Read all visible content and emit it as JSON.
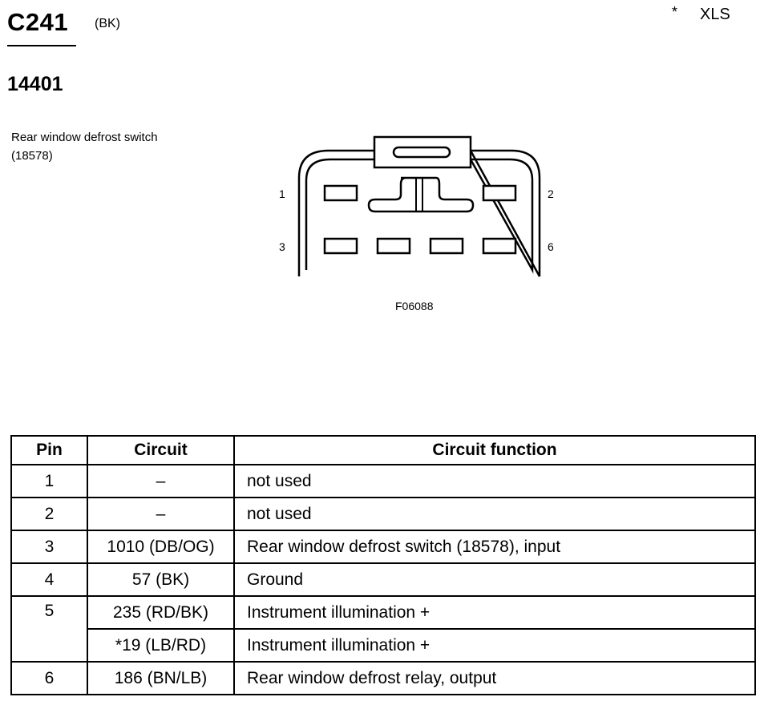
{
  "header": {
    "connector_id": "C241",
    "connector_color": "(BK)",
    "note_star": "*",
    "note_model": "XLS",
    "part_number": "14401",
    "component_name": "Rear window defrost switch (18578)"
  },
  "figure": {
    "pin_labels": {
      "p1": "1",
      "p2": "2",
      "p3": "3",
      "p6": "6"
    },
    "figure_code": "F06088",
    "icon": "connector-face-icon"
  },
  "table": {
    "headers": {
      "pin": "Pin",
      "circuit": "Circuit",
      "function": "Circuit function"
    },
    "rows": [
      {
        "pin": "1",
        "circuit": "–",
        "function": "not used"
      },
      {
        "pin": "2",
        "circuit": "–",
        "function": "not used"
      },
      {
        "pin": "3",
        "circuit": "1010 (DB/OG)",
        "function": "Rear window defrost switch (18578), input"
      },
      {
        "pin": "4",
        "circuit": "57 (BK)",
        "function": "Ground"
      },
      {
        "pin": "5",
        "circuit": "235 (RD/BK)",
        "function": "Instrument illumination +"
      },
      {
        "pin": "",
        "circuit": "*19 (LB/RD)",
        "function": "Instrument illumination +"
      },
      {
        "pin": "6",
        "circuit": "186 (BN/LB)",
        "function": "Rear window defrost relay, output"
      }
    ]
  }
}
